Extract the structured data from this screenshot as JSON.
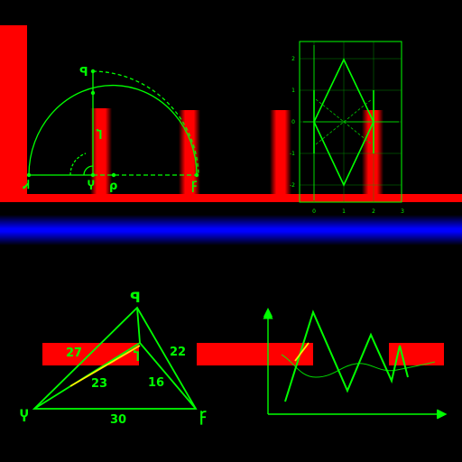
{
  "colors": {
    "background": "#000000",
    "bar_red": "#ff0000",
    "band_blue": "#0000ff",
    "line_green": "#00ff00",
    "highlight_yellow": "#ffee00"
  },
  "top_diagram": {
    "point_labels": {
      "top": "ꟼ",
      "mid": "Ⴈ",
      "left": "Ꮧ",
      "center": "Ⴤ",
      "center_right": "ρ",
      "right": "Ꝼ"
    }
  },
  "mini_plot": {
    "x_ticks": [
      "0",
      "1",
      "2",
      "3"
    ],
    "y_ticks": [
      "2",
      "1",
      "0",
      "-1",
      "-2"
    ]
  },
  "triangle": {
    "vertices": {
      "top": "ꟼ",
      "left": "Ⴤ",
      "right": "Ꝼ",
      "inner": "Ⴈ"
    },
    "segment_values": {
      "left_upper": "27",
      "right_upper": "22",
      "inner_left": "23",
      "inner_right": "16",
      "base": "30"
    }
  },
  "zigzag_plot": {
    "icons": {
      "y_axis_arrow": "arrow-up-icon",
      "x_axis_arrow": "arrow-right-icon"
    }
  }
}
